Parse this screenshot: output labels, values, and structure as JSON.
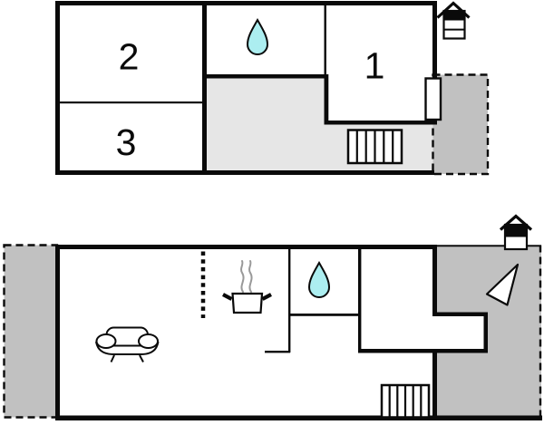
{
  "document": {
    "type": "holiday-home-floor-plan",
    "plans": [
      "upper-floor",
      "ground-floor"
    ]
  },
  "upper_floor": {
    "room_labels": {
      "room1": "1",
      "room2": "2",
      "room3": "3"
    },
    "icons": [
      "water-drop-icon",
      "stairs-icon",
      "window-icon",
      "floor-level-indicator-icon"
    ],
    "areas": [
      "room-1",
      "room-2",
      "room-3",
      "bathroom",
      "landing",
      "terrace"
    ]
  },
  "ground_floor": {
    "icons": [
      "sofa-icon",
      "cooking-pot-icon",
      "steam-icon",
      "water-drop-icon",
      "stairs-icon",
      "dotted-room-divider",
      "view-direction-arrow-icon",
      "floor-level-indicator-icon"
    ],
    "areas": [
      "living-room",
      "kitchen",
      "bathroom",
      "hallway",
      "entrance-nook",
      "terrace-left",
      "terrace-right"
    ]
  },
  "colors": {
    "wall": "#0a0a0a",
    "terrace_fill": "#c1c1c1",
    "landing_fill": "#e6e6e6",
    "water_drop_fill": "#aceef0",
    "steam": "#999999",
    "room_fill": "#ffffff"
  }
}
